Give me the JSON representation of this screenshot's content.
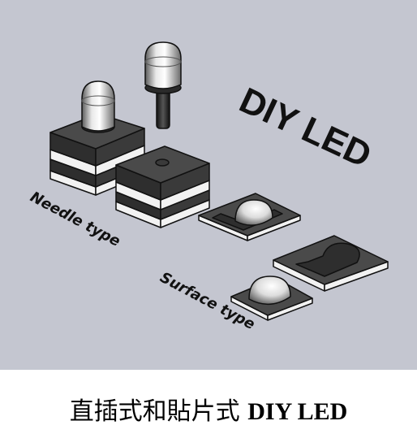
{
  "illustration": {
    "title": "DIY LED",
    "label_needle": "Needle type",
    "label_surface": "Surface type",
    "colors": {
      "background": "#c4c6d0",
      "block_top": "#4a4a4a",
      "block_dark": "#2e2e2e",
      "block_light": "#f2f2f2",
      "outline": "#111111"
    }
  },
  "caption": {
    "cjk": "直插式和貼片式",
    "latin": "DIY LED"
  }
}
